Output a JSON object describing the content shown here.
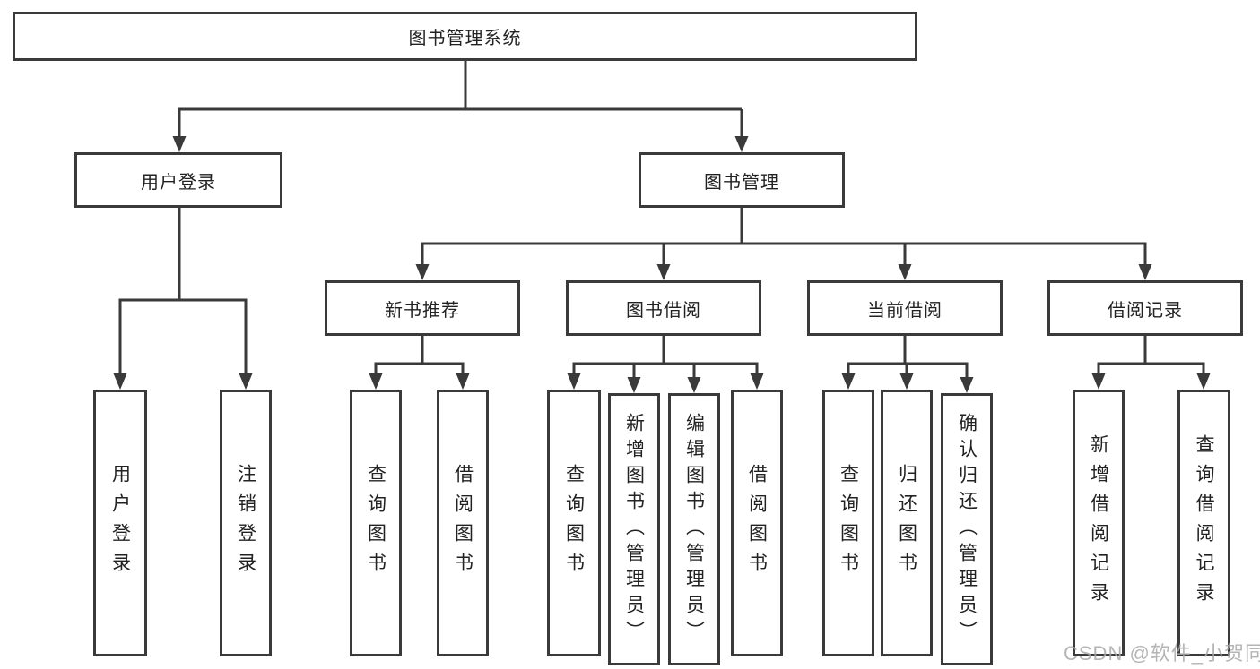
{
  "tree": {
    "root": {
      "label": "图书管理系统",
      "children": [
        {
          "label": "用户登录",
          "children": [
            {
              "label": "用户登录"
            },
            {
              "label": "注销登录"
            }
          ]
        },
        {
          "label": "图书管理",
          "children": [
            {
              "label": "新书推荐",
              "children": [
                {
                  "label": "查询图书"
                },
                {
                  "label": "借阅图书"
                }
              ]
            },
            {
              "label": "图书借阅",
              "children": [
                {
                  "label": "查询图书"
                },
                {
                  "label": "新增图书（管理员）"
                },
                {
                  "label": "编辑图书（管理员）"
                },
                {
                  "label": "借阅图书"
                }
              ]
            },
            {
              "label": "当前借阅",
              "children": [
                {
                  "label": "查询图书"
                },
                {
                  "label": "归还图书"
                },
                {
                  "label": "确认归还（管理员）"
                }
              ]
            },
            {
              "label": "借阅记录",
              "children": [
                {
                  "label": "新增借阅记录"
                },
                {
                  "label": "查询借阅记录"
                }
              ]
            }
          ]
        }
      ]
    }
  },
  "watermark": {
    "text": "CSDN @软件_小贺同学"
  },
  "colors": {
    "line": "#3a3a3a",
    "box_border": "#3a3a3a",
    "box_fill": "#ffffff",
    "text": "#222222",
    "watermark": "#a8a8a8",
    "background": "#ffffff"
  }
}
